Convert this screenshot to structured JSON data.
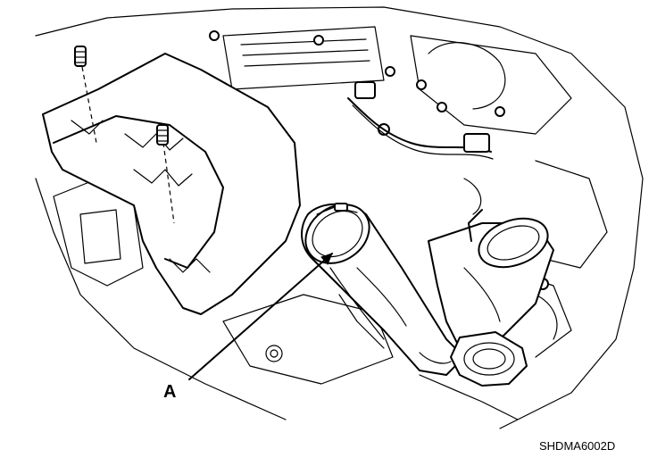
{
  "callouts": [
    {
      "id": "A",
      "label": "A"
    }
  ],
  "figure_code": "SHDMA6002D"
}
